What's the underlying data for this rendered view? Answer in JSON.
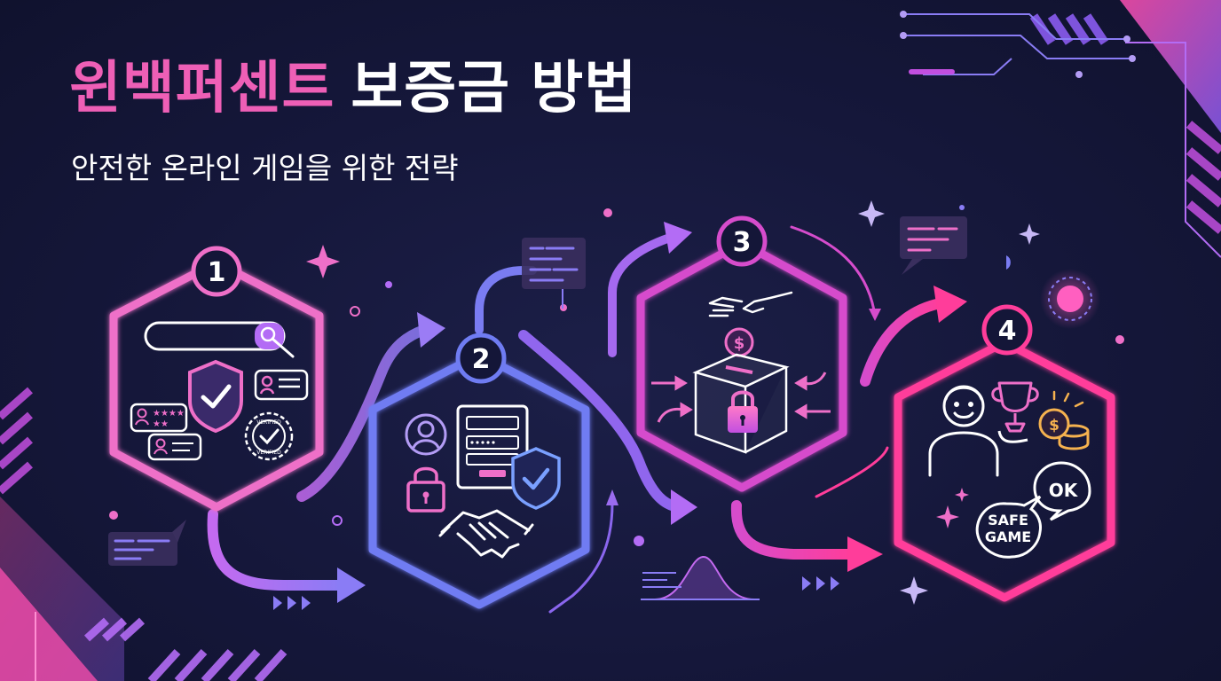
{
  "title": {
    "highlight": "윈백퍼센트",
    "rest": "보증금 방법"
  },
  "subtitle": "안전한 온라인 게임을 위한 전략",
  "steps": [
    {
      "number": "1"
    },
    {
      "number": "2"
    },
    {
      "number": "3"
    },
    {
      "number": "4"
    }
  ],
  "badges": {
    "ok": "OK",
    "safe_line1": "SAFE",
    "safe_line2": "GAME",
    "verified_top": "VERIFIED",
    "verified_bottom": "VERIFIED"
  },
  "stars": {
    "row1": "★★★★",
    "row2": "★★"
  },
  "currency": "$",
  "colors": {
    "background": "#141638",
    "pink": "#ee5fb6",
    "violet": "#9b6cf0",
    "blue": "#6f7cf2",
    "magenta": "#e94cc4",
    "hot_pink": "#ff3d9a"
  }
}
